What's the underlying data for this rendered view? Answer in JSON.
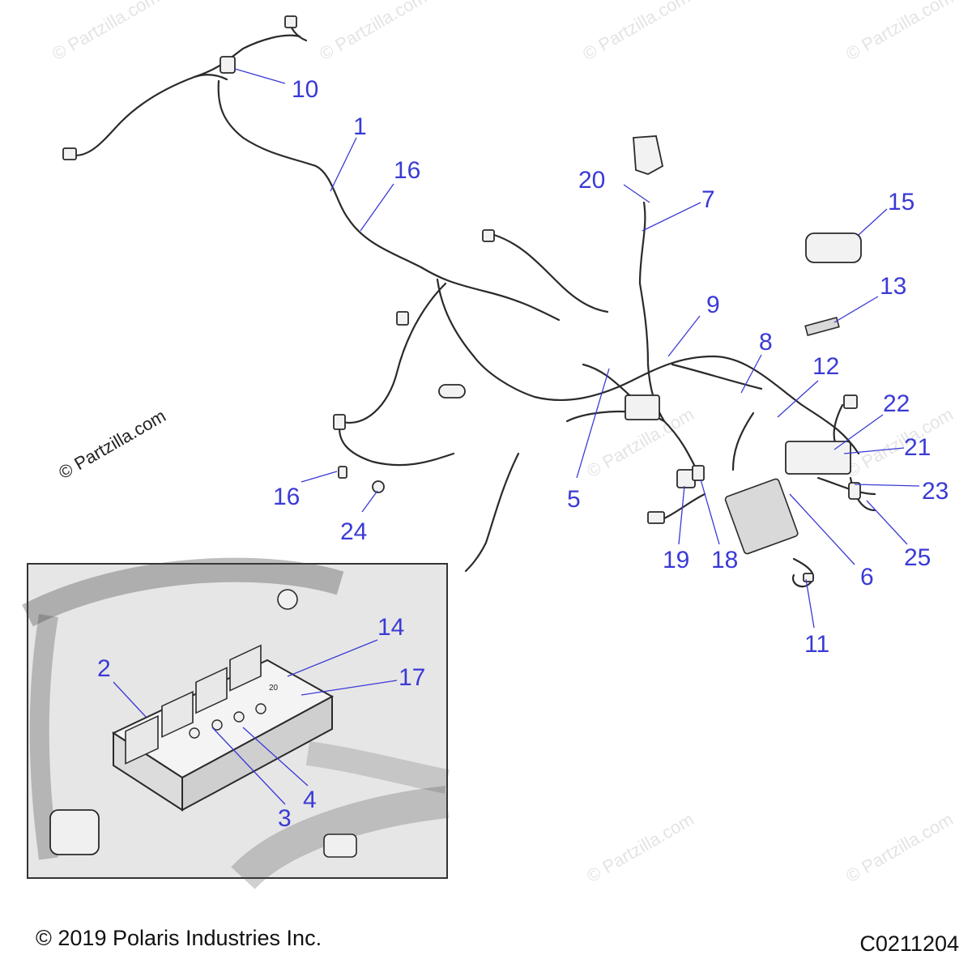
{
  "watermark": {
    "text": "© Partzilla.com"
  },
  "callouts": [
    {
      "id": "1",
      "label": "1"
    },
    {
      "id": "2",
      "label": "2"
    },
    {
      "id": "3",
      "label": "3"
    },
    {
      "id": "4",
      "label": "4"
    },
    {
      "id": "5",
      "label": "5"
    },
    {
      "id": "6",
      "label": "6"
    },
    {
      "id": "7",
      "label": "7"
    },
    {
      "id": "8",
      "label": "8"
    },
    {
      "id": "9",
      "label": "9"
    },
    {
      "id": "10",
      "label": "10"
    },
    {
      "id": "11",
      "label": "11"
    },
    {
      "id": "12",
      "label": "12"
    },
    {
      "id": "13",
      "label": "13"
    },
    {
      "id": "14",
      "label": "14"
    },
    {
      "id": "15",
      "label": "15"
    },
    {
      "id": "16a",
      "label": "16"
    },
    {
      "id": "16b",
      "label": "16"
    },
    {
      "id": "17",
      "label": "17"
    },
    {
      "id": "18",
      "label": "18"
    },
    {
      "id": "19",
      "label": "19"
    },
    {
      "id": "20",
      "label": "20"
    },
    {
      "id": "21",
      "label": "21"
    },
    {
      "id": "22",
      "label": "22"
    },
    {
      "id": "23",
      "label": "23"
    },
    {
      "id": "24",
      "label": "24"
    },
    {
      "id": "25",
      "label": "25"
    }
  ],
  "inset": {
    "fuse_label": "20"
  },
  "footer": {
    "copyright": "© 2019 Polaris Industries Inc.",
    "code": "C0211204"
  },
  "colors": {
    "callout": "#3a3ad6",
    "line": "#2a2a2a",
    "inset_bg": "#e6e6e6"
  }
}
